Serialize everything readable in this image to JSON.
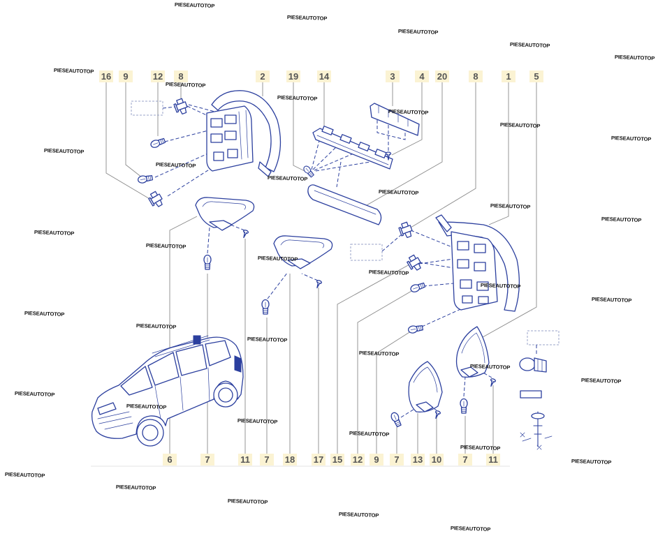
{
  "watermark": "PIESEAUTOTOP",
  "callouts_top": [
    "16",
    "9",
    "12",
    "8",
    "2",
    "19",
    "14",
    "3",
    "4",
    "20",
    "8",
    "1",
    "5"
  ],
  "callouts_bottom": [
    "6",
    "7",
    "11",
    "7",
    "18",
    "17",
    "15",
    "12",
    "9",
    "7",
    "13",
    "10",
    "7",
    "11"
  ],
  "colors": {
    "line_art": "#2b3f9e",
    "leader": "#8a8a8a",
    "callout_box": "#fbf3d3",
    "callout_text": "#555555",
    "watermark": "#111111"
  }
}
